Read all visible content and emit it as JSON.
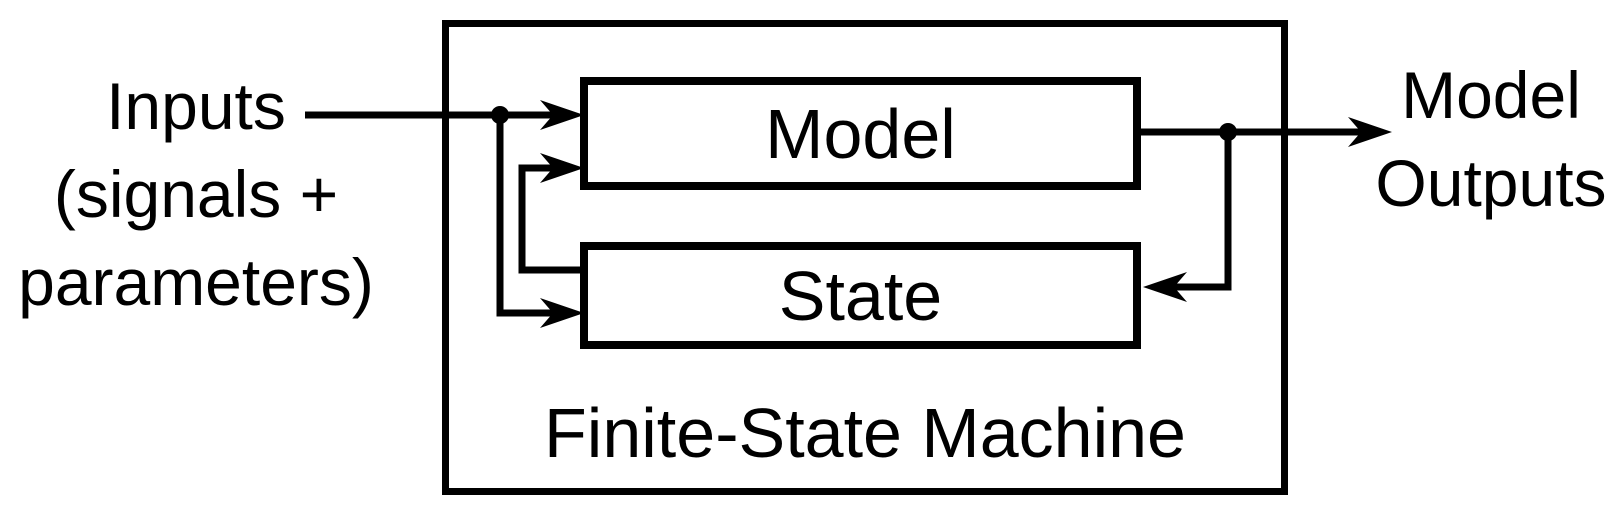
{
  "diagram": {
    "background": "#ffffff",
    "stroke_color": "#000000",
    "text_color": "#000000",
    "outer_box": {
      "label": "Finite-State Machine"
    },
    "blocks": {
      "model": {
        "label": "Model"
      },
      "state": {
        "label": "State"
      }
    },
    "input_label": {
      "lines": [
        "Inputs",
        "(signals +",
        "parameters)"
      ]
    },
    "output_label": {
      "lines": [
        "Model",
        "Outputs"
      ]
    },
    "connections": [
      {
        "from": "Inputs",
        "to": "Model"
      },
      {
        "from": "Inputs",
        "to": "State"
      },
      {
        "from": "State",
        "to": "Model"
      },
      {
        "from": "Model",
        "to": "State"
      },
      {
        "from": "Model",
        "to": "Model Outputs"
      }
    ]
  }
}
